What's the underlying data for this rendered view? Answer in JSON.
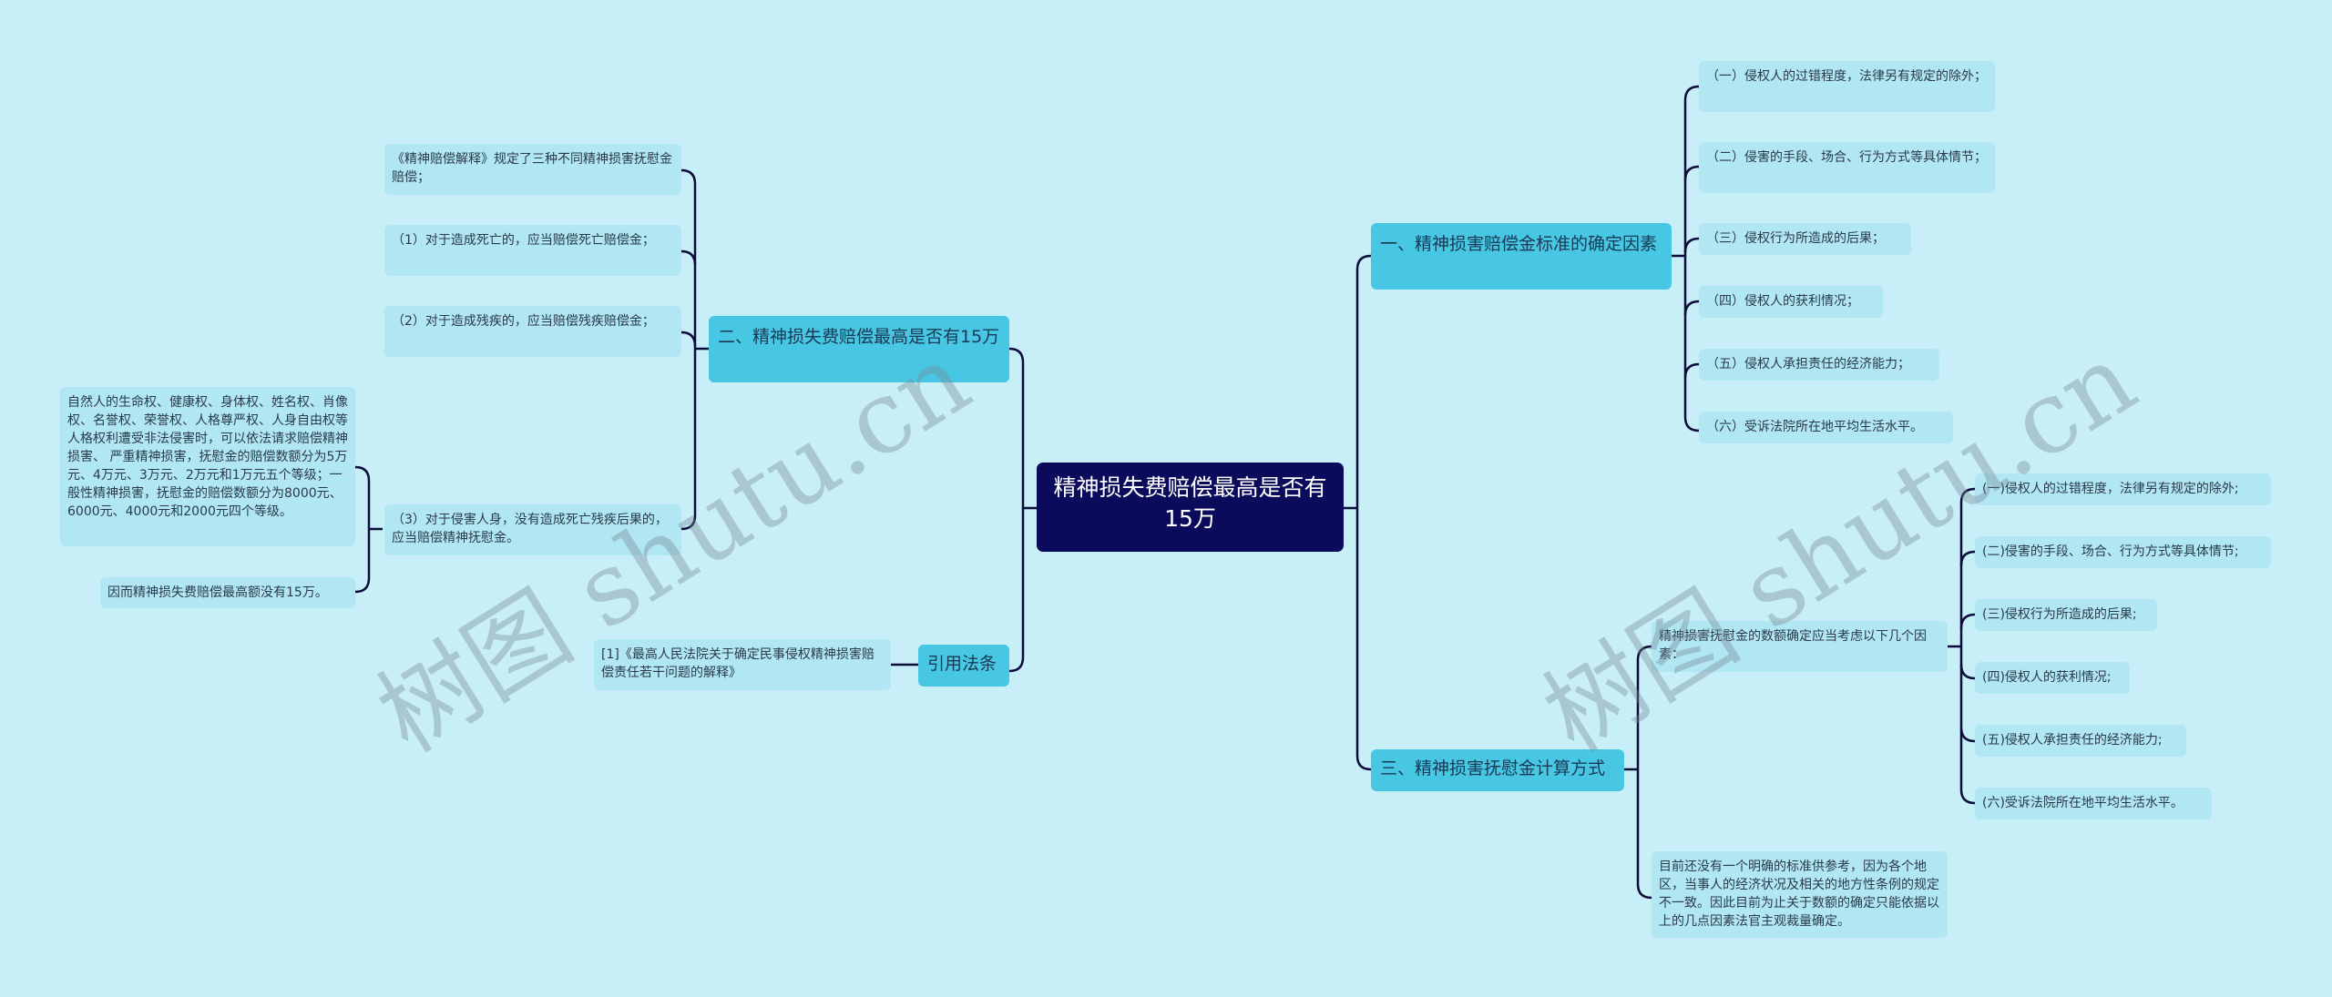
{
  "root": {
    "label": "精神损失费赔偿最高是否有15万"
  },
  "left": {
    "branch_two": {
      "label": "二、精神损失费赔偿最高是否有15万",
      "children": [
        "《精神赔偿解释》规定了三种不同精神损害抚慰金赔偿；",
        "（1）对于造成死亡的，应当赔偿死亡赔偿金；",
        "（2）对于造成残疾的，应当赔偿残疾赔偿金；",
        "（3）对于侵害人身，没有造成死亡残疾后果的，应当赔偿精神抚慰金。"
      ],
      "grandchildren": [
        "自然人的生命权、健康权、身体权、姓名权、肖像权、名誉权、荣誉权、人格尊严权、人身自由权等人格权利遭受非法侵害时，可以依法请求赔偿精神损害、 严重精神损害，抚慰金的赔偿数额分为5万元、4万元、3万元、2万元和1万元五个等级；一般性精神损害，抚慰金的赔偿数额分为8000元、6000元、4000元和2000元四个等级。",
        "因而精神损失费赔偿最高额没有15万。"
      ]
    },
    "citation": {
      "label": "引用法条",
      "children": [
        "[1]《最高人民法院关于确定民事侵权精神损害赔偿责任若干问题的解释》"
      ]
    }
  },
  "right": {
    "branch_one": {
      "label": "一、精神损害赔偿金标准的确定因素",
      "children": [
        "（一）侵权人的过错程度，法律另有规定的除外；",
        "（二）侵害的手段、场合、行为方式等具体情节；",
        "（三）侵权行为所造成的后果；",
        "（四）侵权人的获利情况；",
        "（五）侵权人承担责任的经济能力；",
        "（六）受诉法院所在地平均生活水平。"
      ]
    },
    "branch_three": {
      "label": "三、精神损害抚慰金计算方式",
      "children": [
        "精神损害抚慰金的数额确定应当考虑以下几个因素：",
        "目前还没有一个明确的标准供参考，因为各个地区，当事人的经济状况及相关的地方性条例的规定不一致。因此目前为止关于数额的确定只能依据以上的几点因素法官主观裁量确定。"
      ],
      "grandchildren": [
        "(一)侵权人的过错程度，法律另有规定的除外;",
        "(二)侵害的手段、场合、行为方式等具体情节;",
        "(三)侵权行为所造成的后果;",
        "(四)侵权人的获利情况;",
        "(五)侵权人承担责任的经济能力;",
        "(六)受诉法院所在地平均生活水平。"
      ]
    }
  },
  "watermark": {
    "text": "树图 shutu.cn"
  },
  "colors": {
    "background": "#c8eff7",
    "root": "#0b0b5c",
    "branch": "#47c7e3",
    "leaf": "#b1e6f3",
    "connector": "#0b0b3c"
  }
}
